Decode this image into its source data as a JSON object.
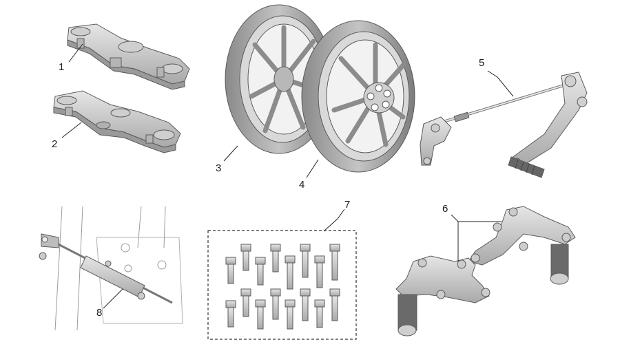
{
  "callouts": {
    "c1": "1",
    "c2": "2",
    "c3": "3",
    "c4": "4",
    "c5": "5",
    "c6": "6",
    "c7": "7",
    "c8": "8"
  },
  "colors": {
    "part_light": "#dcdcdc",
    "part_mid": "#bdbdbd",
    "part_dark": "#8f8f8f",
    "outline": "#5a5a5a",
    "leader": "#222222",
    "background": "#ffffff"
  }
}
